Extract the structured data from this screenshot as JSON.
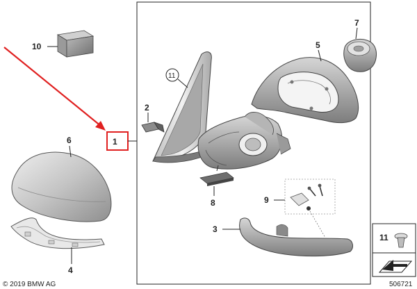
{
  "labels": {
    "p1": "1",
    "p2": "2",
    "p3": "3",
    "p4": "4",
    "p5": "5",
    "p6": "6",
    "p7": "7",
    "p8": "8",
    "p9": "9",
    "p10": "10",
    "p11_circle": "11",
    "p11_box": "11"
  },
  "footer": {
    "copyright": "© 2019 BMW AG",
    "diagram_number": "506721"
  },
  "colors": {
    "highlight": "#e02020",
    "part_fill": "#c9c9c9",
    "line": "#222222"
  }
}
